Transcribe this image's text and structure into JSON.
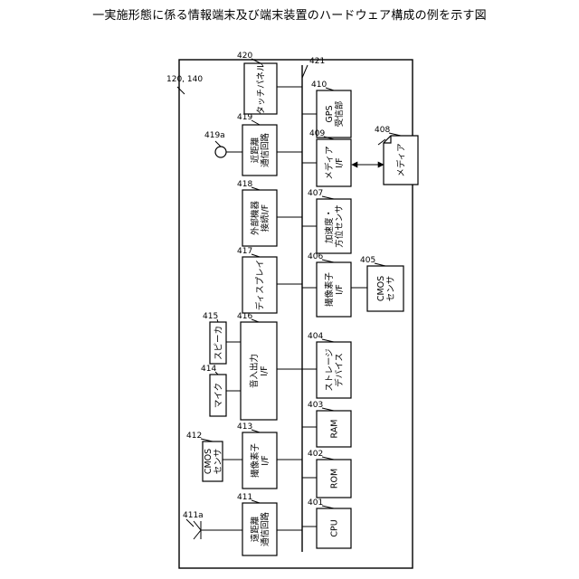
{
  "title": "一実施形態に係る情報端末及び端末装置のハードウェア構成の例を示す図",
  "device_ref": "120, 140",
  "bus_ref": "421",
  "antenna_long_ref": "411a",
  "antenna_short_ref": "419a",
  "blocks": {
    "touch_panel": {
      "ref": "420",
      "lines": [
        "タッチパネル"
      ]
    },
    "gps": {
      "ref": "410",
      "lines": [
        "GPS",
        "受信部"
      ]
    },
    "nfc": {
      "ref": "419",
      "lines": [
        "近距離",
        "通信回路"
      ]
    },
    "media_if": {
      "ref": "409",
      "lines": [
        "メディア",
        "I/F"
      ]
    },
    "media": {
      "ref": "408",
      "lines": [
        "メディア"
      ]
    },
    "ext_if": {
      "ref": "418",
      "lines": [
        "外部機器",
        "接続I/F"
      ]
    },
    "accel": {
      "ref": "407",
      "lines": [
        "加速度・",
        "方位センサ"
      ]
    },
    "display": {
      "ref": "417",
      "lines": [
        "ディスプレイ"
      ]
    },
    "imaging_if_2": {
      "ref": "406",
      "lines": [
        "撮像素子",
        "I/F"
      ]
    },
    "cmos_2": {
      "ref": "405",
      "lines": [
        "CMOS",
        "センサ"
      ]
    },
    "speaker": {
      "ref": "415",
      "lines": [
        "スピーカ"
      ]
    },
    "audio_io": {
      "ref": "416",
      "lines": [
        "音入出力",
        "I/F"
      ]
    },
    "storage": {
      "ref": "404",
      "lines": [
        "ストレージ",
        "デバイス"
      ]
    },
    "mic": {
      "ref": "414",
      "lines": [
        "マイク"
      ]
    },
    "ram": {
      "ref": "403",
      "lines": [
        "RAM"
      ]
    },
    "cmos_1": {
      "ref": "412",
      "lines": [
        "CMOS",
        "センサ"
      ]
    },
    "imaging_if_1": {
      "ref": "413",
      "lines": [
        "撮像素子",
        "I/F"
      ]
    },
    "rom": {
      "ref": "402",
      "lines": [
        "ROM"
      ]
    },
    "wan": {
      "ref": "411",
      "lines": [
        "遠距離",
        "通信回路"
      ]
    },
    "cpu": {
      "ref": "401",
      "lines": [
        "CPU"
      ]
    }
  }
}
